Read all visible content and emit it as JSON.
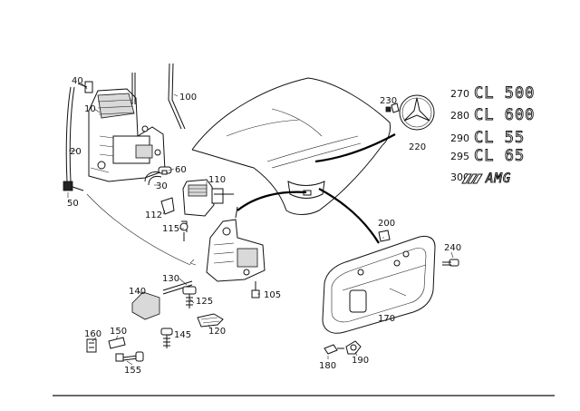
{
  "part_numbers": {
    "p10": "10",
    "p20": "20",
    "p30": "30",
    "p40": "40",
    "p50": "50",
    "p60": "60",
    "p100": "100",
    "p105": "105",
    "p110": "110",
    "p112": "112",
    "p115": "115",
    "p120": "120",
    "p125": "125",
    "p130": "130",
    "p140": "140",
    "p145": "145",
    "p150": "150",
    "p155": "155",
    "p160": "160",
    "p170": "170",
    "p180": "180",
    "p190": "190",
    "p200": "200",
    "p220": "220",
    "p230": "230",
    "p240": "240"
  },
  "models": [
    {
      "number": "270",
      "badge": "CL 500"
    },
    {
      "number": "280",
      "badge": "CL 600"
    },
    {
      "number": "290",
      "badge": "CL 55"
    },
    {
      "number": "295",
      "badge": "CL 65"
    },
    {
      "number": "300",
      "badge": "AMG"
    }
  ]
}
